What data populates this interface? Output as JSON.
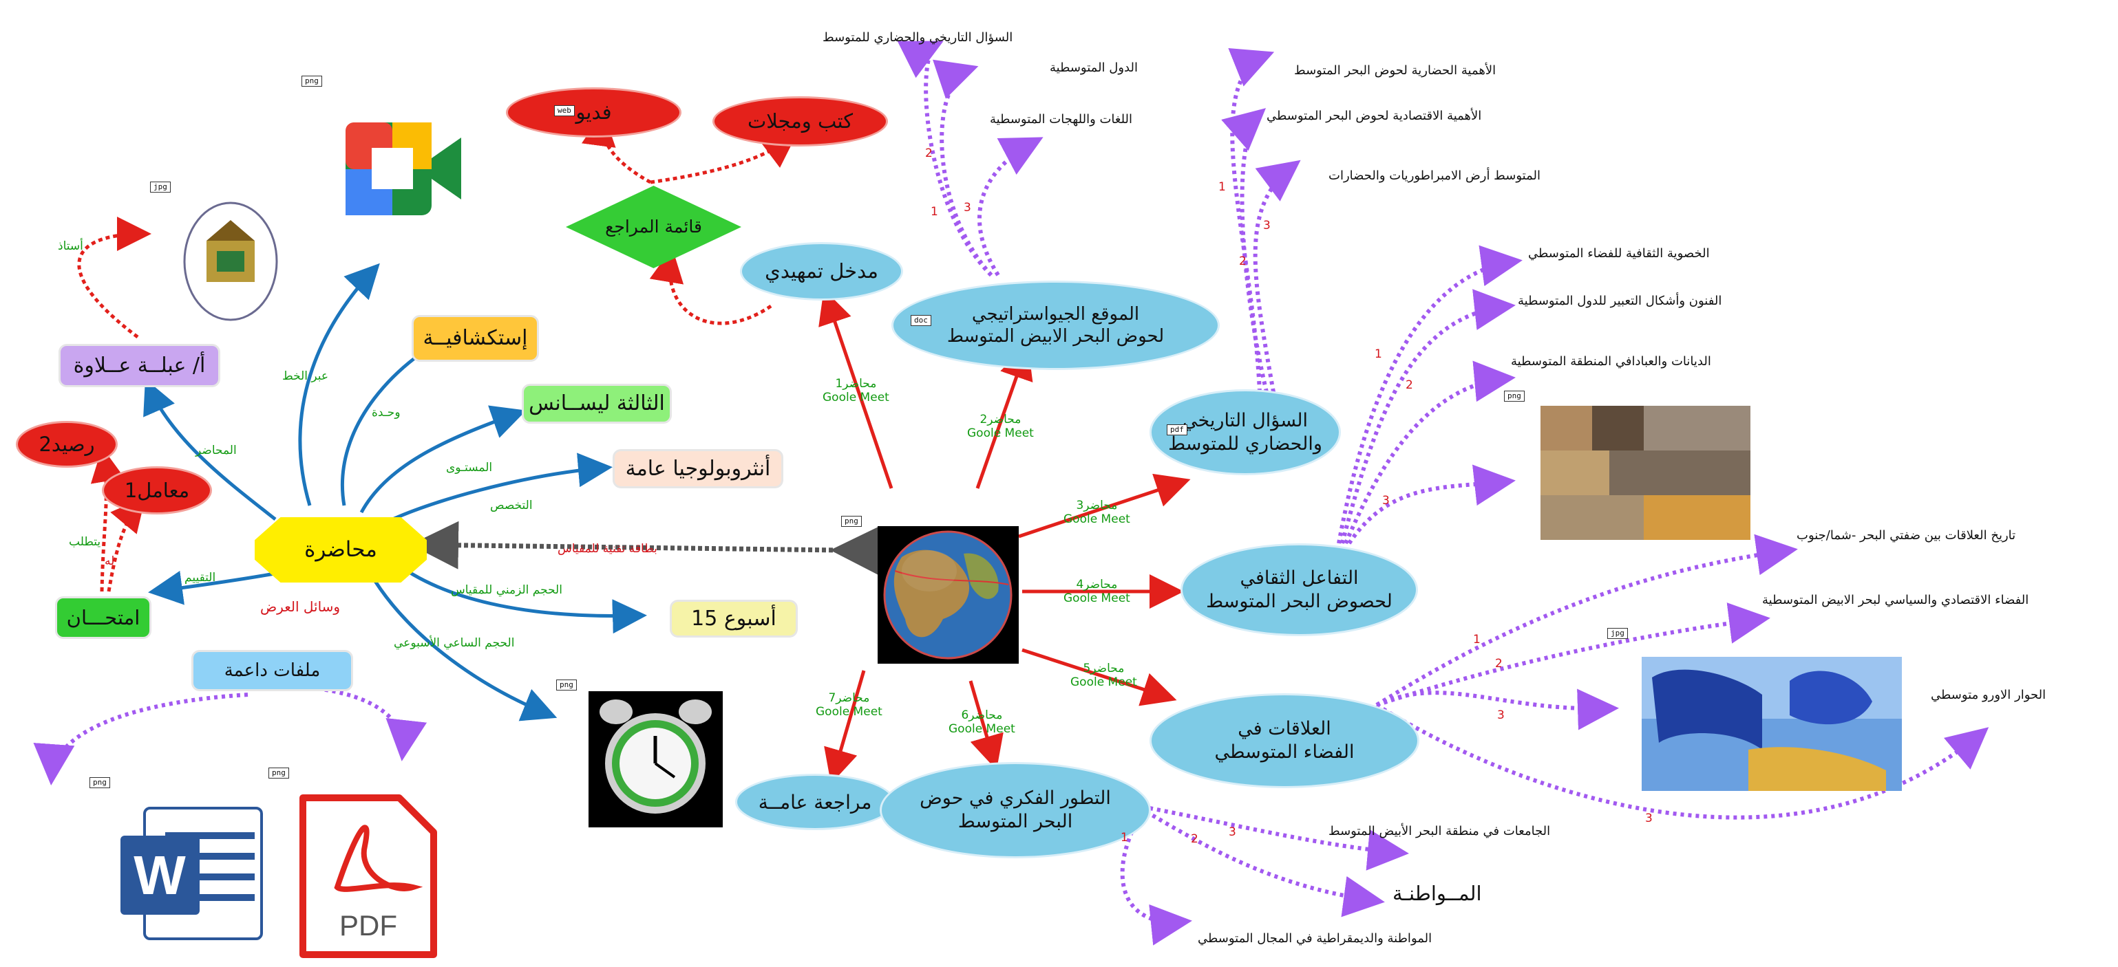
{
  "center": {
    "icon": "globe-icon"
  },
  "lecture": {
    "label": "محاضرة"
  },
  "left_nodes": {
    "teacher": "أ/ عبلــة عــلاوة",
    "exploratory": "إستكشافيــة",
    "level": "الثالثة ليســانس",
    "specialty": "أنثروبولوجيا عامة",
    "week": "أسبوع 15",
    "exam": "امتحـــان",
    "balance": "رصيد2",
    "coefficient": "معامل1",
    "support_files": "ملفات داعمة"
  },
  "left_edges": {
    "professor": "أستاذ",
    "lecturer": "المحاضر",
    "via_line": "عبر الخط",
    "unit": "وحـدة",
    "level": "المستـوى",
    "specialty": "التخصص",
    "evaluation": "التقييم",
    "requires": "يتطلب",
    "has": "له",
    "display_means": "وسائل العرض",
    "time_volume": "الحجم الزمني للمقياس",
    "weekly_hours": "الحجم الساعي الأسبوعي",
    "tech_card": "بطاقة تقنية للمقياس"
  },
  "top_nodes": {
    "references": "قائمة المراجع",
    "video": "فديو",
    "books": "كتب ومجلات",
    "intro": "مدخل تمهيدي",
    "review": "مراجعة عامــة"
  },
  "lessons": {
    "l1_line1": "الموقع الجيواستراتيجي",
    "l1_line2": "لحوض البحر الابيض المتوسط",
    "l2_line1": "السؤال التاريخي",
    "l2_line2": "والحضاري للمتوسط",
    "l3_line1": "التفاعل  الثقافي",
    "l3_line2": "لحصوض البحر المتوسط",
    "l4_line1": "العلاقات في",
    "l4_line2": "الفضاء المتوسطي",
    "l5_line1": "التطور الفكري في حوض",
    "l5_line2": "البحر المتوسط"
  },
  "meet_labels": {
    "m1a": "محاضر1",
    "m1b": "Goole Meet",
    "m2a": "محاضر2",
    "m2b": "Goole Meet",
    "m3a": "محاضر3",
    "m3b": "Goole Meet",
    "m4a": "محاضر4",
    "m4b": "Goole Meet",
    "m5a": "محاضر5",
    "m5b": "Goole Meet",
    "m6a": "محاضر6",
    "m6b": "Goole Meet",
    "m7a": "محاضر7",
    "m7b": "Goole Meet"
  },
  "subtopics": {
    "s1_1": "السؤال التاريخي والحضاري للمتوسط",
    "s1_2": "الدول المتوسطية",
    "s1_3": "اللغات واللهجات المتوسطية",
    "s2_1": "الأهمية الحضارية لحوض البحر المتوسط",
    "s2_2": "الأهمية الاقتصادية لحوض البحر المتوسطي",
    "s2_3": "المتوسط أرض الامبراطوريات والحضارات",
    "s3_1": "الخصوية الثقافية للفضاء المتوسطي",
    "s3_2": "الفنون وأشكال التعبير للدول المتوسطية",
    "s3_3": "الديانات والعبادافي المنطقة المتوسطية",
    "s4_1": "تاريخ العلاقات بين ضفتي البحر -شما/جنوب",
    "s4_2": "الفضاء الاقتصادي والسياسي لبحر الابيض المتوسطية",
    "s4_3": "الحوار الاورو متوسطي",
    "s5_1": "الجامعات في منطقة البحر الأبيض المتوسط",
    "s5_2": "المــواطنـة",
    "s5_3": "المواطنة والديمقراطية في المجال المتوسطي"
  },
  "numbers": {
    "one": "1",
    "two": "2",
    "three": "3"
  },
  "tags": {
    "png": "png",
    "jpg": "jpg",
    "web": "web",
    "doc": "doc",
    "pdf": "pdf"
  },
  "icons": {
    "meet": "google-meet-icon",
    "logo": "university-logo-icon",
    "clock": "alarm-clock-icon",
    "word": "word-document-icon",
    "pdf": "pdf-document-icon",
    "collage": "mediterranean-collage-image",
    "eu": "eu-flag-map-image",
    "pdf_text": "PDF",
    "word_letter": "W"
  },
  "colors": {
    "blue_link": "#1b75bc",
    "red_link": "#e2201b",
    "purple_link": "#a259f0",
    "lecture": "#ffee00",
    "lesson": "#7ecbe6",
    "exam": "#33cc33",
    "teacher": "#c9a6f0",
    "exploratory": "#ffc63a",
    "level": "#8ef07a",
    "specialty": "#fde3d4",
    "week": "#f6f3a8",
    "support": "#8fd2f7",
    "references": "#35cc35",
    "red_node": "#e4211b"
  }
}
